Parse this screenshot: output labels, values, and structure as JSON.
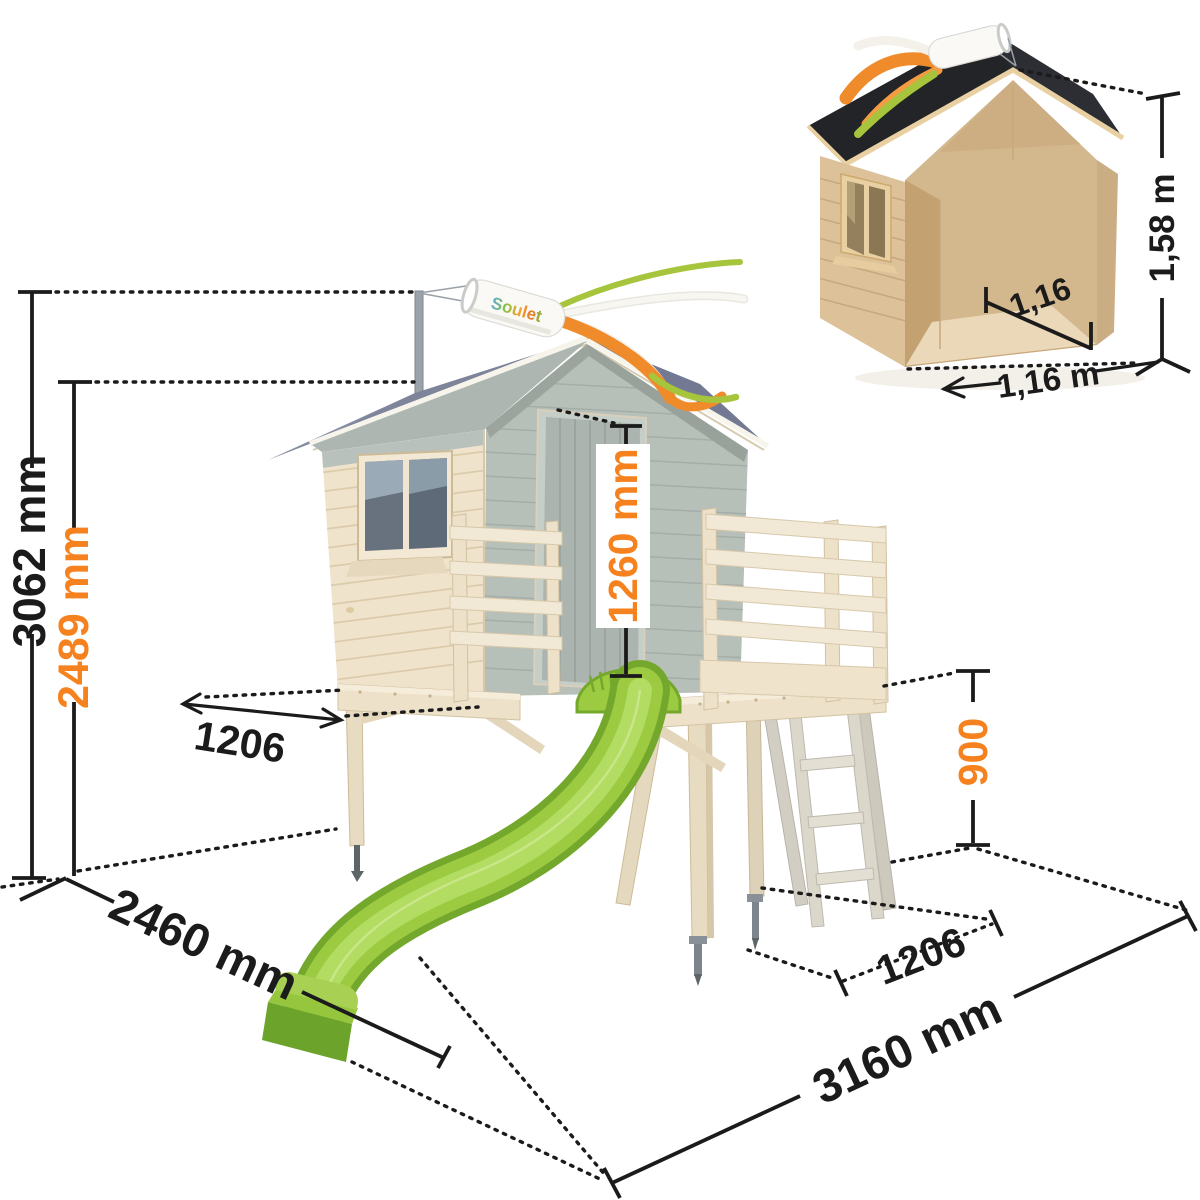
{
  "colors": {
    "dimension_black": "#1B1B1B",
    "dimension_orange": "#F5821E",
    "slide_green": "#9CCB41",
    "slide_green_dark": "#74A82C",
    "roof_gray": "#868CA2",
    "wall_cream": "#EFE3CC",
    "gable_gray": "#B7BFB9",
    "deck_wood": "#EDE1C9",
    "inset_wall_tan": "#DCC199",
    "inset_roof_black": "#232427",
    "streamer_orange": "#EF8B2B",
    "streamer_green": "#A6C43C",
    "metal_gray": "#7E848C"
  },
  "main_diagram": {
    "windsock_brand": "Soulet",
    "labels": {
      "total_height": "3062 mm",
      "upper_height": "2489 mm",
      "house_front_height": "1260 mm",
      "depth_left": "1206",
      "platform_height": "900",
      "total_depth": "2460 mm",
      "depth_right": "1206",
      "total_width": "3160 mm"
    }
  },
  "inset_diagram": {
    "labels": {
      "house_height": "1,58 m",
      "interior_width": "1,16",
      "exterior_width": "1,16 m"
    }
  }
}
